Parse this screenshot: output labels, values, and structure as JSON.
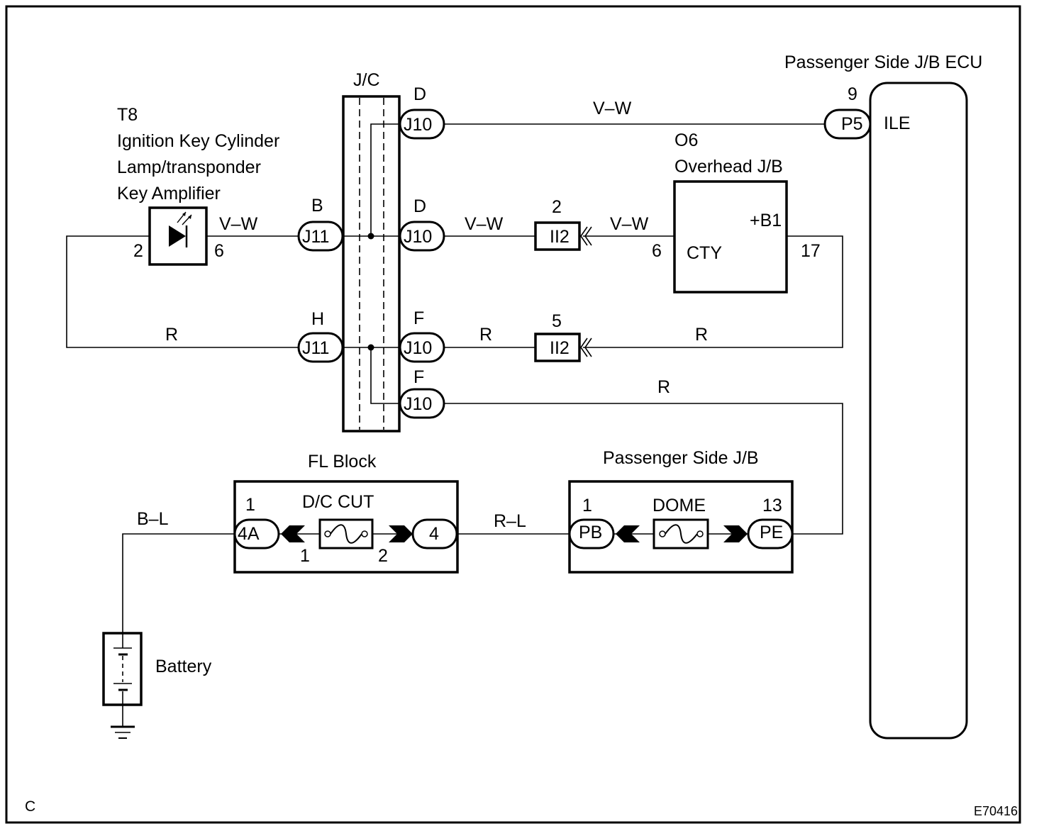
{
  "diagram": {
    "figure_id": "E70416",
    "corner_label": "C",
    "components": {
      "key_amplifier": {
        "code": "T8",
        "name_lines": [
          "Ignition Key Cylinder",
          "Lamp/transponder",
          "Key Amplifier"
        ],
        "pin_left": "2",
        "pin_right": "6"
      },
      "jc": {
        "title": "J/C",
        "left_connectors": [
          {
            "letter": "B",
            "code": "J11"
          },
          {
            "letter": "H",
            "code": "J11"
          }
        ],
        "right_connectors": [
          {
            "letter": "D",
            "code": "J10"
          },
          {
            "letter": "D",
            "code": "J10"
          },
          {
            "letter": "F",
            "code": "J10"
          },
          {
            "letter": "F",
            "code": "J10"
          }
        ]
      },
      "overhead_jb": {
        "code": "O6",
        "name": "Overhead J/B",
        "terminal_cty": "CTY",
        "terminal_b1": "+B1",
        "pin_cty": "6",
        "pin_b1": "17"
      },
      "inline_connectors": [
        {
          "code": "II2",
          "pin": "2"
        },
        {
          "code": "II2",
          "pin": "5"
        }
      ],
      "ecu": {
        "name": "Passenger Side J/B ECU",
        "connector": "P5",
        "pin": "9",
        "terminal": "ILE"
      },
      "fl_block": {
        "name": "FL Block",
        "fuse": "D/C CUT",
        "conn_left": "4A",
        "conn_left_pin": "1",
        "conn_right": "4",
        "fuse_pin_left": "1",
        "fuse_pin_right": "2"
      },
      "passenger_jb": {
        "name": "Passenger Side J/B",
        "fuse": "DOME",
        "conn_left": "PB",
        "conn_left_pin": "1",
        "conn_right": "PE",
        "conn_right_pin": "13"
      },
      "battery": {
        "name": "Battery"
      }
    },
    "wire_colors": {
      "amp_to_jc": "V–W",
      "jc_to_ecu": "V–W",
      "jc_to_ii2_top": "V–W",
      "ii2_to_overhead": "V–W",
      "amp_return": "R",
      "jc_to_ii2_bottom": "R",
      "ii2_to_b1": "R",
      "jc_to_passenger_jb": "R",
      "battery_to_fl": "B–L",
      "fl_to_passenger_jb": "R–L"
    }
  }
}
